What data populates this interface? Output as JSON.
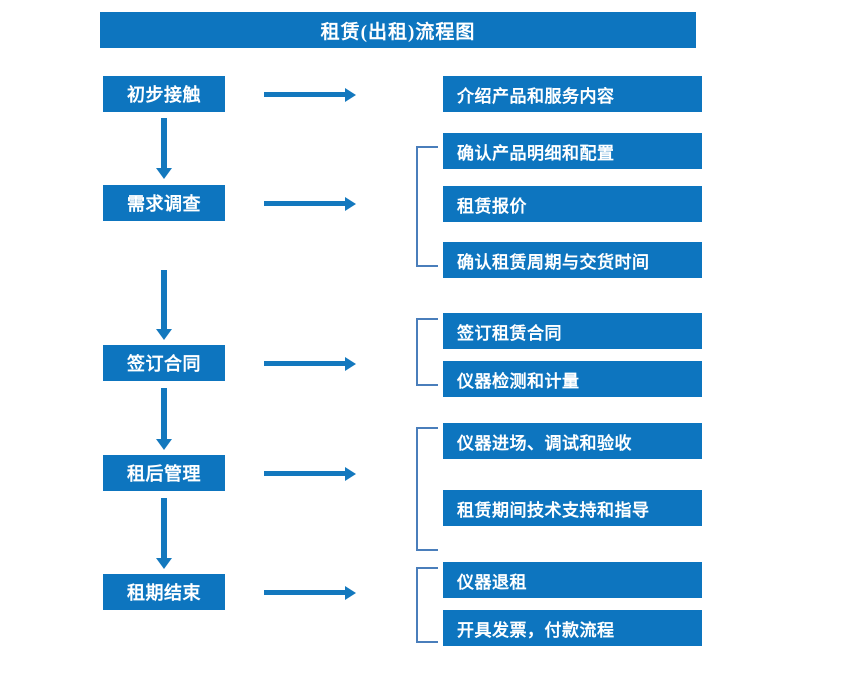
{
  "diagram": {
    "title": "租赁(出租)流程图",
    "colors": {
      "box_fill": "#0d75bf",
      "box_text": "#ffffff",
      "arrow": "#1378be",
      "bracket": "#4a7ebb",
      "background": "#ffffff"
    },
    "stages": [
      {
        "id": "stage-1",
        "label": "初步接触"
      },
      {
        "id": "stage-2",
        "label": "需求调查"
      },
      {
        "id": "stage-3",
        "label": "签订合同"
      },
      {
        "id": "stage-4",
        "label": "租后管理"
      },
      {
        "id": "stage-5",
        "label": "租期结束"
      }
    ],
    "details": [
      {
        "id": "detail-1-1",
        "label": "介绍产品和服务内容"
      },
      {
        "id": "detail-2-1",
        "label": "确认产品明细和配置"
      },
      {
        "id": "detail-2-2",
        "label": "租赁报价"
      },
      {
        "id": "detail-2-3",
        "label": "确认租赁周期与交货时间"
      },
      {
        "id": "detail-3-1",
        "label": "签订租赁合同"
      },
      {
        "id": "detail-3-2",
        "label": "仪器检测和计量"
      },
      {
        "id": "detail-4-1",
        "label": "仪器进场、调试和验收"
      },
      {
        "id": "detail-4-2",
        "label": "租赁期间技术支持和指导"
      },
      {
        "id": "detail-5-1",
        "label": "仪器退租"
      },
      {
        "id": "detail-5-2",
        "label": "开具发票，付款流程"
      }
    ],
    "connectors": {
      "flow_arrows_down": 4,
      "stage_arrows_right": 5,
      "group_brackets": 4
    }
  }
}
